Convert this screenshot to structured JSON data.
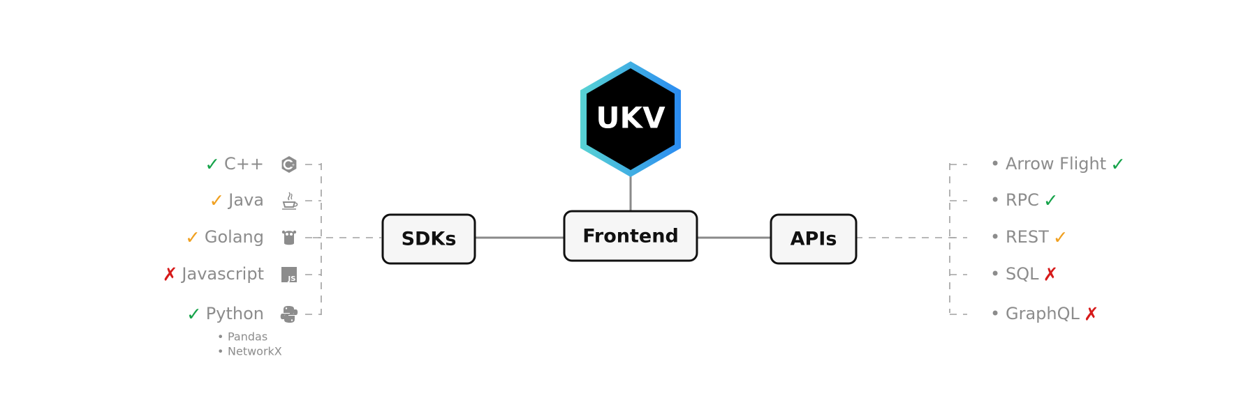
{
  "colors": {
    "check_green": "#16a34a",
    "check_orange": "#f0a020",
    "cross_red": "#d61a1a",
    "text_gray": "#8c8c8c",
    "hex_gradient_start": "#58d3d3",
    "hex_gradient_end": "#2a8bf2"
  },
  "logo": {
    "label": "UKV"
  },
  "nodes": {
    "frontend": "Frontend",
    "sdks": "SDKs",
    "apis": "APIs"
  },
  "sdks": [
    {
      "name": "C++",
      "mark": "✓",
      "status": "supported",
      "icon": "cpp-icon"
    },
    {
      "name": "Java",
      "mark": "✓",
      "status": "partial",
      "icon": "java-icon"
    },
    {
      "name": "Golang",
      "mark": "✓",
      "status": "partial",
      "icon": "golang-icon"
    },
    {
      "name": "Javascript",
      "mark": "✗",
      "status": "unsupported",
      "icon": "javascript-icon"
    },
    {
      "name": "Python",
      "mark": "✓",
      "status": "supported",
      "icon": "python-icon",
      "sub": [
        "Pandas",
        "NetworkX"
      ]
    }
  ],
  "apis": [
    {
      "name": "Arrow Flight",
      "mark": "✓",
      "status": "supported"
    },
    {
      "name": "RPC",
      "mark": "✓",
      "status": "supported"
    },
    {
      "name": "REST",
      "mark": "✓",
      "status": "partial"
    },
    {
      "name": "SQL",
      "mark": "✗",
      "status": "unsupported"
    },
    {
      "name": "GraphQL",
      "mark": "✗",
      "status": "unsupported"
    }
  ],
  "bullet": "•"
}
